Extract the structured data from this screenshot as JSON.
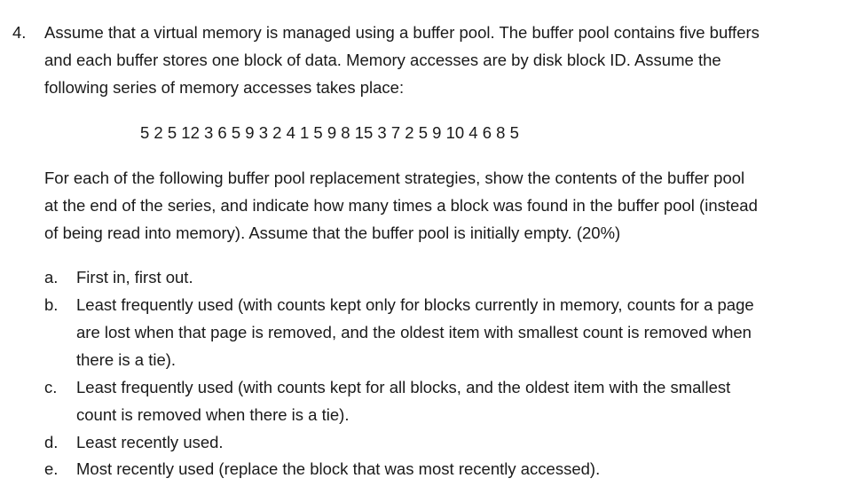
{
  "question": {
    "number": "4.",
    "intro_lines": [
      "Assume that a virtual memory is managed using a buffer pool.  The buffer pool contains five buffers",
      "and each buffer stores one block of data.  Memory accesses are by disk block ID.  Assume the",
      "following series of memory accesses takes place:"
    ],
    "sequence": "5 2 5 12 3 6 5 9 3 2 4 1 5 9 8 15 3 7 2 5 9 10 4 6 8 5",
    "instruction_lines": [
      "For each of the following buffer pool replacement strategies, show the contents of the buffer pool",
      "at the end of the series, and indicate how many times a block was found in the buffer pool (instead",
      "of being read into memory).  Assume that the buffer pool is initially empty.  (20%)"
    ],
    "items": [
      {
        "label": "a.",
        "lines": [
          "First in, first out."
        ]
      },
      {
        "label": "b.",
        "lines": [
          "Least frequently used (with counts kept only for blocks currently in memory, counts for a page",
          "are lost when that page is removed, and the oldest item with smallest count is removed when",
          "there is a tie)."
        ]
      },
      {
        "label": "c.",
        "lines": [
          "Least frequently used (with counts kept for all blocks, and the oldest item with the smallest",
          "count is removed when there is a tie)."
        ]
      },
      {
        "label": "d.",
        "lines": [
          "Least recently used."
        ]
      },
      {
        "label": "e.",
        "lines": [
          "Most recently used (replace the block that was most recently accessed)."
        ]
      }
    ]
  }
}
